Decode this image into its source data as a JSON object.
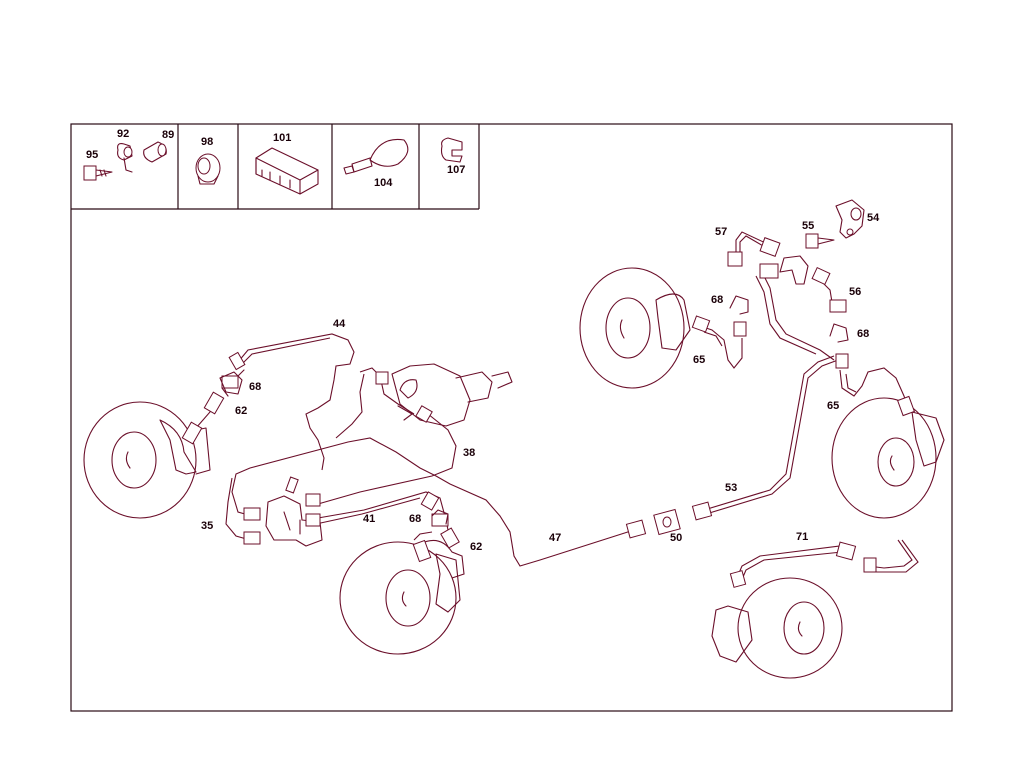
{
  "colors": {
    "line": "#6b0f2a",
    "frame": "#2a0a14",
    "text": "#1a0008",
    "background": "#ffffff"
  },
  "legend": {
    "cells": [
      {
        "labels": [
          "95",
          "92",
          "89"
        ]
      },
      {
        "labels": [
          "98"
        ]
      },
      {
        "labels": [
          "101"
        ]
      },
      {
        "labels": [
          "104"
        ]
      },
      {
        "labels": [
          "107"
        ]
      }
    ]
  },
  "callouts": {
    "c44": "44",
    "c68a": "68",
    "c62a": "62",
    "c38": "38",
    "c35": "35",
    "c41": "41",
    "c68b": "68",
    "c62b": "62",
    "c47": "47",
    "c50": "50",
    "c53": "53",
    "c71": "71",
    "c57": "57",
    "c55": "55",
    "c54": "54",
    "c56": "56",
    "c68c": "68",
    "c65a": "65",
    "c68d": "68",
    "c65b": "65"
  }
}
